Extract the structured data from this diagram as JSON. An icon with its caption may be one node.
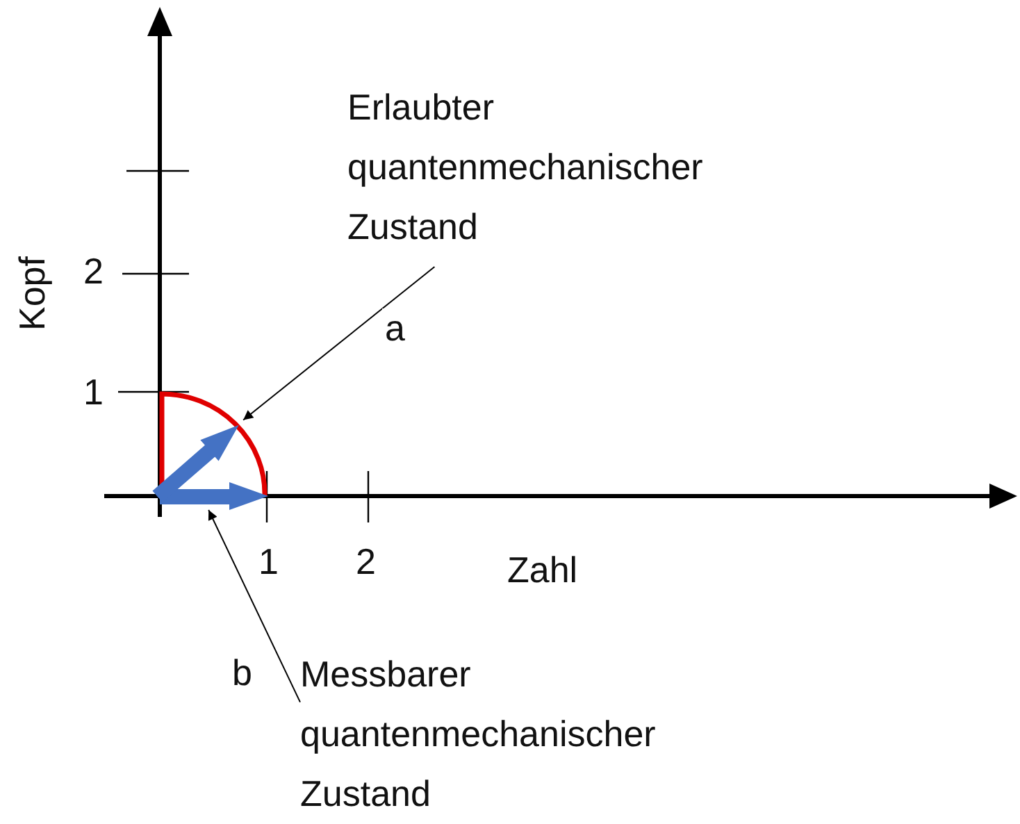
{
  "diagram": {
    "nodes": [
      {
        "text": [
          "Erlaubter quantenmechanischer Zustand"
        ]
      },
      {
        "text": [],
        "shape": "arc"
      },
      {
        "text": [
          "Messbarer quantenmechanischer Zustand"
        ]
      },
      {
        "text": [],
        "shape": "arrow"
      },
      {
        "text": [],
        "shape": "arrow"
      }
    ],
    "edges": [
      {
        "from": 0,
        "to": 1,
        "arrow": "to",
        "label": "a"
      },
      {
        "from": 2,
        "to": 3,
        "arrow": "to",
        "label": "b"
      }
    ],
    "labels": [
      "2",
      "Kopf",
      "1",
      "1",
      "2",
      "Zahl"
    ]
  }
}
